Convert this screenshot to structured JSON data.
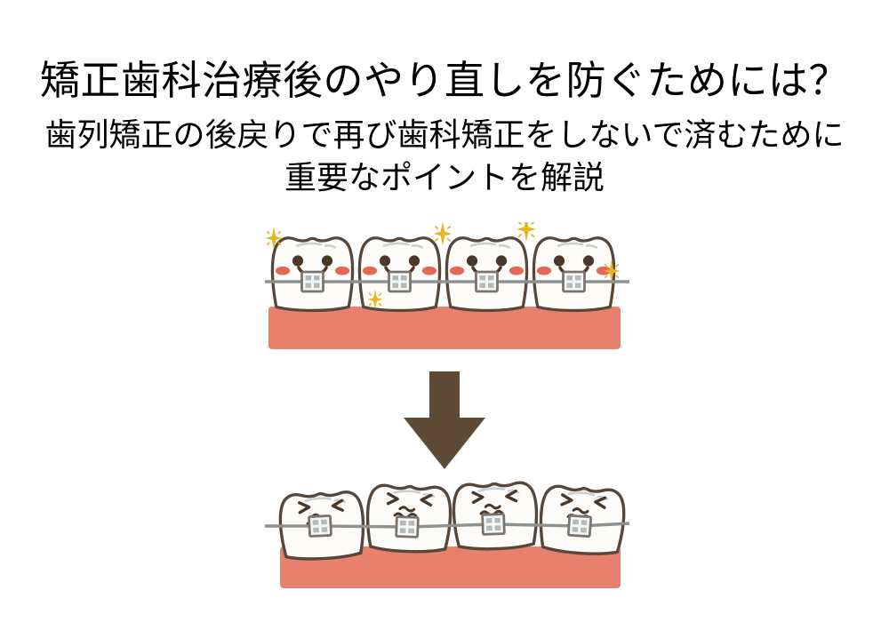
{
  "header": {
    "title": "矯正歯科治療後のやり直しを防ぐためには？",
    "subtitle_line1": "歯列矯正の後戻りで再び歯科矯正をしないで済むために",
    "subtitle_line2": "重要なポイントを解説"
  },
  "figure": {
    "before_alt": "aligned smiling teeth with braces and sparkles",
    "arrow_alt": "down-arrow",
    "after_alt": "relapsed crooked teeth with braces, distressed faces"
  },
  "colors": {
    "background": "#FFFFFF",
    "text": "#000000",
    "tooth_fill": "#FDFCF8",
    "tooth_outline": "#57463A",
    "face": "#4A392B",
    "cheek": "#E26858",
    "gum": "#E8806E",
    "wire": "#8C9192",
    "bracket_bg": "#F6F7F4",
    "bracket_border": "#7B746C",
    "bracket_cell": "#B3BABC",
    "shine": "#C9CFD2",
    "sparkle": "#E9B321",
    "arrow": "#5E4B35"
  }
}
